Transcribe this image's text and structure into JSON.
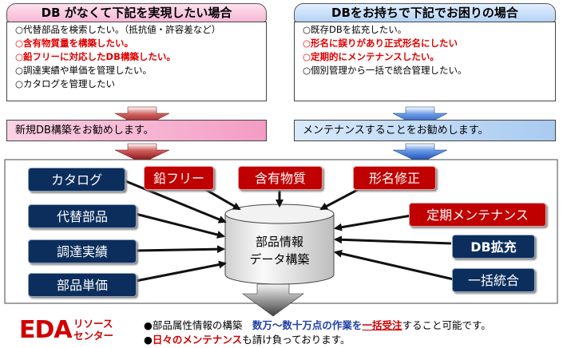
{
  "left_panel": {
    "title": "DB がなくて下記を実現したい場合",
    "items": [
      {
        "text": "○代替部品を検索したい。（抵抗値・許容差など）",
        "highlight": false
      },
      {
        "text": "○含有物質量を構築したい。",
        "highlight": true
      },
      {
        "text": "○鉛フリーに対応したDB構築したい。",
        "highlight": true
      },
      {
        "text": "○調達実績や単価を管理したい。",
        "highlight": false
      },
      {
        "text": "○カタログを管理したい",
        "highlight": false
      }
    ],
    "recommendation": "新規DB構築をお勧めします。"
  },
  "right_panel": {
    "title": "DBをお持ちで下記でお困りの場合",
    "items": [
      {
        "text": "○既存DBを拡充したい。",
        "highlight": false
      },
      {
        "text": "○形名に誤りがあり正式形名にしたい",
        "highlight": true
      },
      {
        "text": "○定期的にメンテナンスしたい。",
        "highlight": true
      },
      {
        "text": "○個別管理から一括で統合管理したい。",
        "highlight": false
      }
    ],
    "recommendation": "メンテナンスすることをお勧めします。"
  },
  "center": {
    "line1": "部品情報",
    "line2": "データ構築"
  },
  "inputs": {
    "catalog": "カタログ",
    "alternative": "代替部品",
    "procurement": "調達実績",
    "unit_price": "部品単価",
    "lead_free": "鉛フリー",
    "substances": "含有物質",
    "model_fix": "形名修正",
    "maintenance": "定期メンテナンス",
    "db_expand": "DB拡充",
    "integration": "一括統合"
  },
  "logo": {
    "main": "EDA",
    "line1": "リソース",
    "line2": "センター"
  },
  "footer": {
    "line1": {
      "a": "●部品属性情報の構築　",
      "b": "数万～数十万点の作業を",
      "c": "一括受注",
      "d": "すること可能です。"
    },
    "line2": {
      "a": "●",
      "b": "日々のメンテナンス",
      "c": "も請け負っております。"
    }
  },
  "colors": {
    "navy": "#0c2e5c",
    "crimson": "#c00000",
    "arrow_red": "#c00000",
    "arrow_blue": "#1a56c8"
  }
}
